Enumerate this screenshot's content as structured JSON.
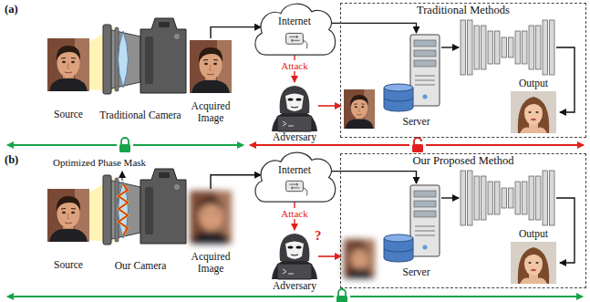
{
  "diagram": {
    "nodes": [
      {
        "text": [
          "Source"
        ]
      },
      {
        "text": [
          "Traditional Camera"
        ]
      },
      {
        "text": [
          "Acquired Image"
        ]
      },
      {
        "text": [
          "Internet"
        ]
      },
      {
        "text": [
          "Adversary"
        ]
      },
      {
        "text": [
          "Traditional Methods"
        ]
      },
      {
        "text": [
          "Server"
        ],
        "in": 5
      },
      {
        "text": [
          "Output"
        ],
        "in": 5
      },
      {
        "text": [
          "Source"
        ]
      },
      {
        "text": [
          "Our Camera"
        ]
      },
      {
        "text": [
          "Acquired Image"
        ]
      },
      {
        "text": [
          "Internet"
        ]
      },
      {
        "text": [
          "Adversary"
        ]
      },
      {
        "text": [
          "Our Proposed Method"
        ]
      },
      {
        "text": [
          "Server"
        ],
        "in": 13
      },
      {
        "text": [
          "Output"
        ],
        "in": 13
      }
    ],
    "edges": [
      {
        "from": 2,
        "to": 3,
        "arrow": "to"
      },
      {
        "from": 3,
        "to": 6,
        "arrow": "to"
      },
      {
        "from": 3,
        "to": 4,
        "label": "Attack",
        "arrow": "to"
      },
      {
        "from": 10,
        "to": 11,
        "arrow": "to"
      },
      {
        "from": 11,
        "to": 14,
        "arrow": "to"
      },
      {
        "from": 11,
        "to": 12,
        "label": "Attack",
        "arrow": "to"
      }
    ],
    "labels": [
      "(a)",
      "(b)",
      "Optimized Phase Mask",
      "?"
    ]
  }
}
